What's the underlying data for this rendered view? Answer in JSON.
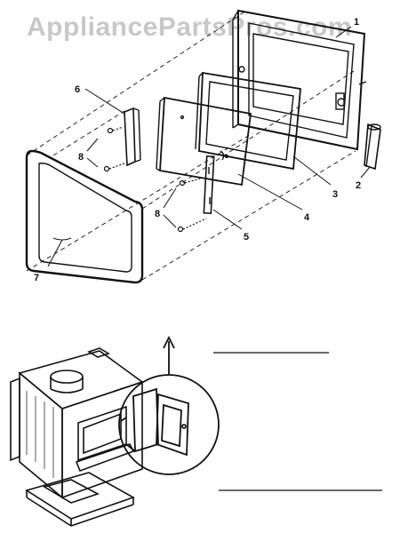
{
  "watermark": "AppliancePartsPros.com",
  "callouts": {
    "c1": "1",
    "c2": "2",
    "c3": "3",
    "c4": "4",
    "c5": "5",
    "c6": "6",
    "c7": "7",
    "c8a": "8",
    "c8b": "8"
  },
  "icons": {
    "stove": "wood-stove-illustration",
    "door": "stove-door-exploded-view"
  },
  "colors": {
    "line": "#111111",
    "watermark": "#c8c8c8",
    "background": "#ffffff"
  }
}
